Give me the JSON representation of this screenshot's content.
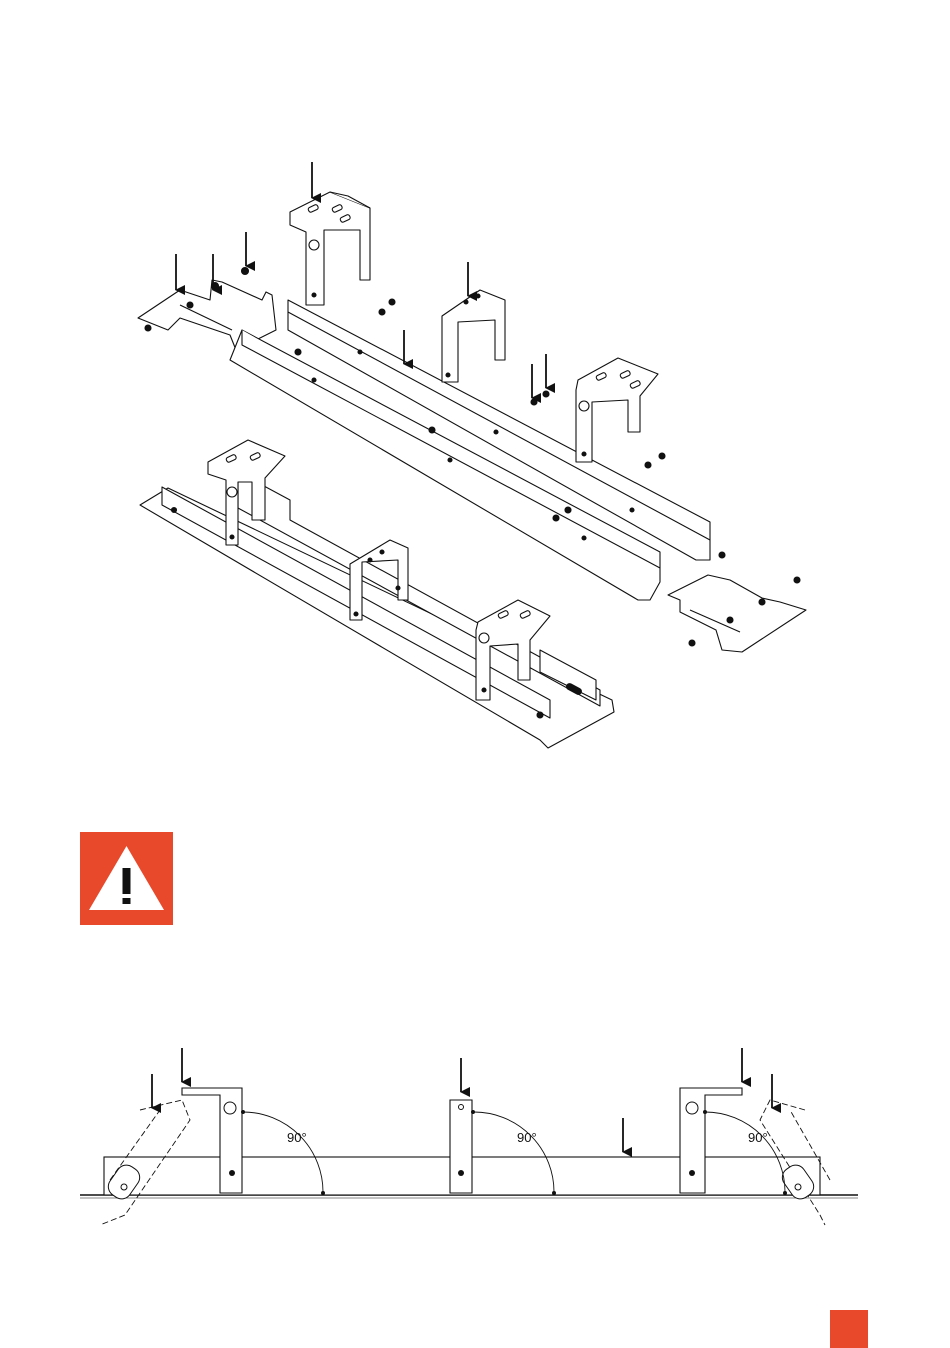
{
  "colors": {
    "accent": "#E8492A",
    "line": "#111111",
    "paper": "#FFFFFF"
  },
  "warning": {
    "icon": "warning-triangle-icon",
    "symbol": "!"
  },
  "side_view": {
    "angles": [
      {
        "label": "90°"
      },
      {
        "label": "90°"
      },
      {
        "label": "90°"
      }
    ]
  }
}
